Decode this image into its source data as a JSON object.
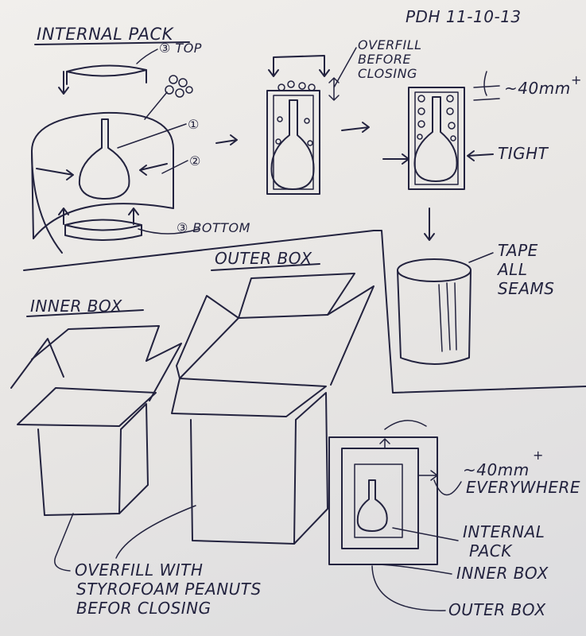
{
  "header": {
    "title": "INTERNAL PACK",
    "author_date": "PDH 11-10-13"
  },
  "internal_pack": {
    "top_label": "③ TOP",
    "step1": "①",
    "step2": "②",
    "bottom_label": "③ BOTTOM"
  },
  "fill_steps": {
    "overfill_line1": "OVERFILL",
    "overfill_line2": "BEFORE",
    "overfill_line3": "CLOSING",
    "gap_label": "~40mm",
    "gap_plus": "+",
    "tight_label": "TIGHT"
  },
  "tape": {
    "line1": "TAPE",
    "line2": "ALL",
    "line3": "SEAMS"
  },
  "boxes": {
    "outer_title": "OUTER BOX",
    "inner_title": "INNER BOX"
  },
  "cross_section": {
    "gap_label": "~40mm",
    "gap_plus": "+",
    "everywhere": "EVERYWHERE",
    "internal_pack_line1": "INTERNAL",
    "internal_pack_line2": "PACK",
    "inner_box": "INNER BOX",
    "outer_box": "OUTER BOX"
  },
  "note": {
    "line1": "OVERFILL WITH",
    "line2": "STYROFOAM PEANUTS",
    "line3": "BEFOR CLOSING"
  }
}
